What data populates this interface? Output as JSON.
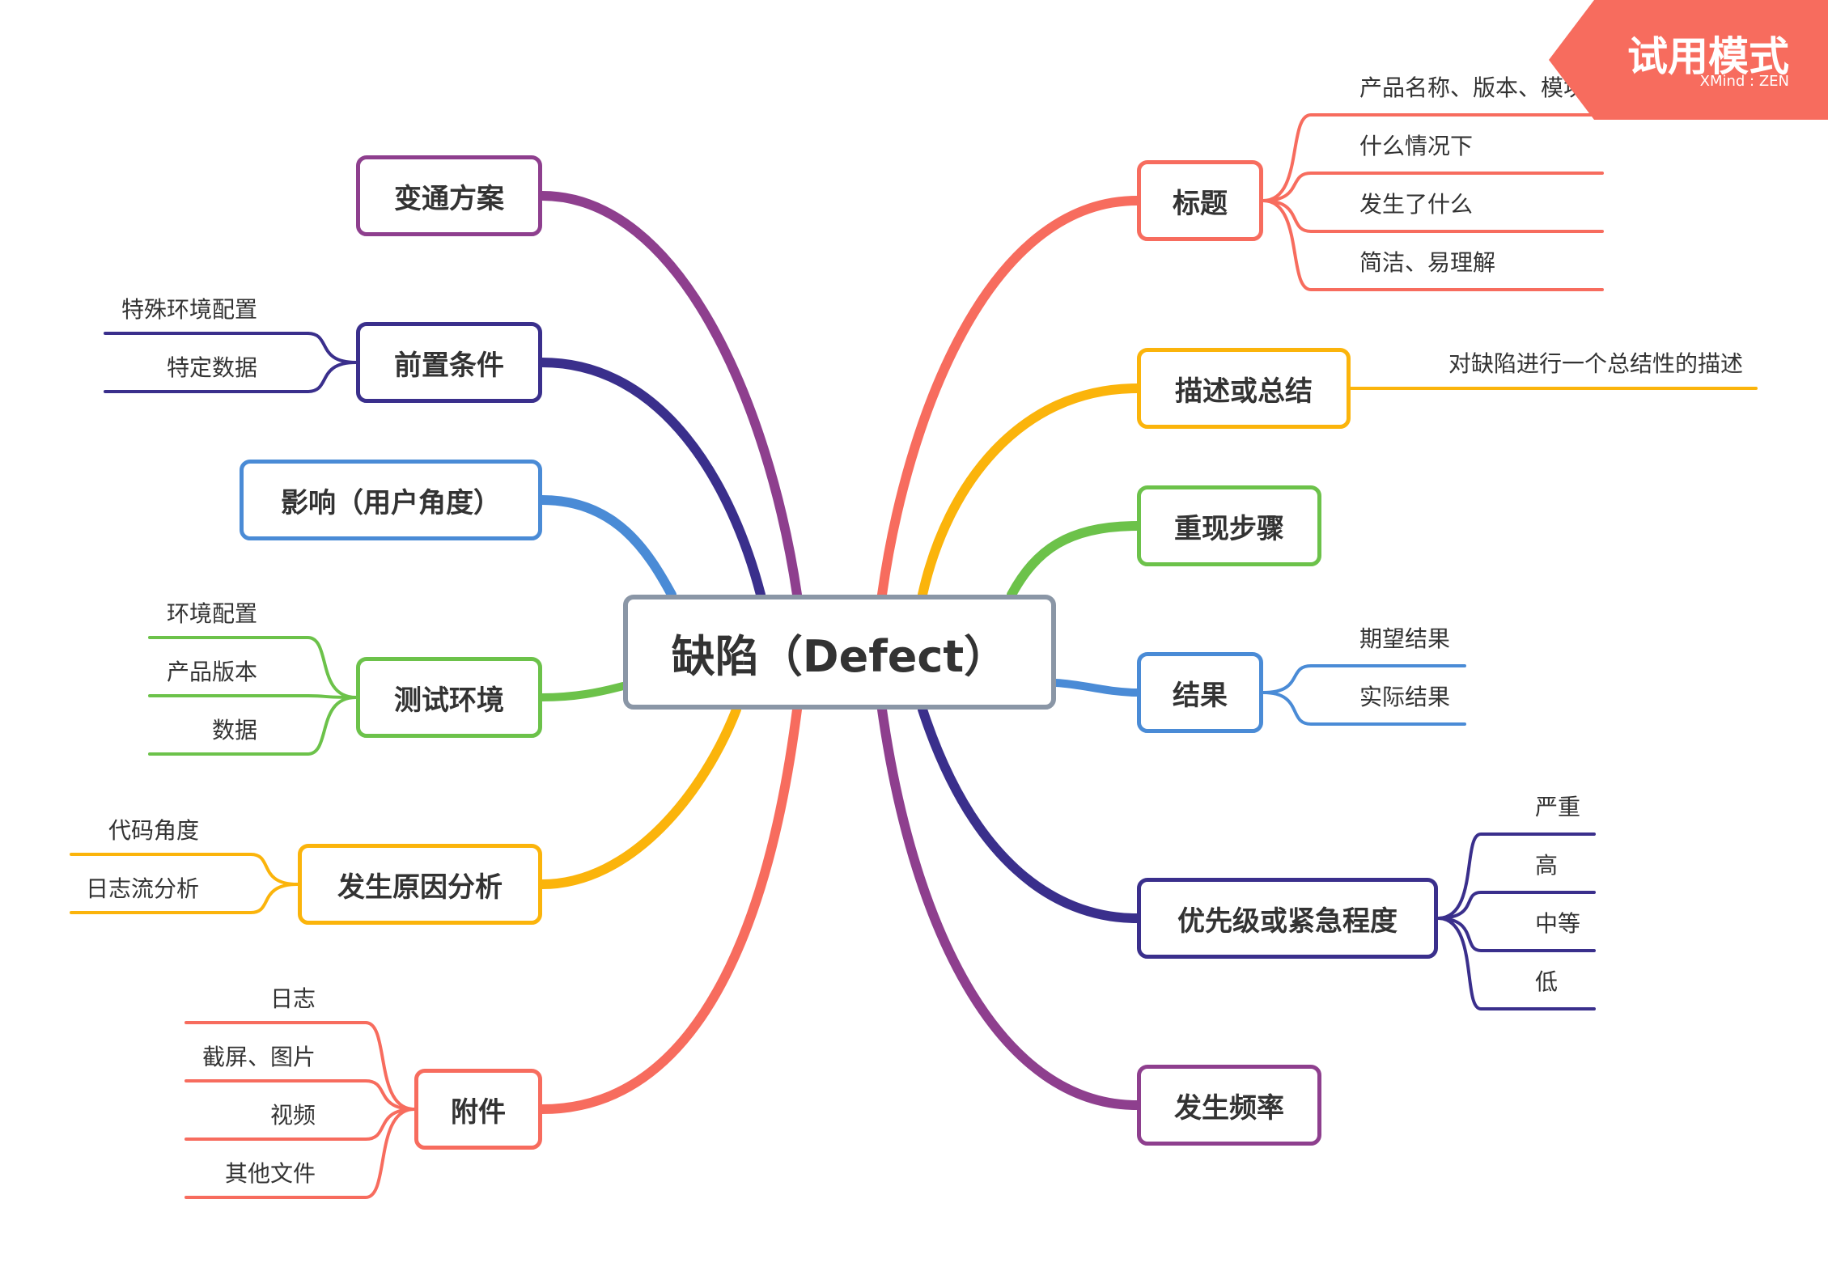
{
  "central": {
    "label": "缺陷（Defect）"
  },
  "colors": {
    "red": "#f76c5e",
    "orange": "#fbb40b",
    "green": "#6cc24a",
    "blue": "#4a8bd6",
    "navy": "#3a2f8c",
    "purple": "#8e3f8e",
    "central_border": "#8a96a6"
  },
  "branches": {
    "title": {
      "label": "标题",
      "children": [
        "产品名称、版本、模块",
        "什么情况下",
        "发生了什么",
        "简洁、易理解"
      ]
    },
    "description": {
      "label": "描述或总结",
      "children": [
        "对缺陷进行一个总结性的描述"
      ]
    },
    "repro": {
      "label": "重现步骤",
      "children": []
    },
    "result": {
      "label": "结果",
      "children": [
        "期望结果",
        "实际结果"
      ]
    },
    "priority": {
      "label": "优先级或紧急程度",
      "children": [
        "严重",
        "高",
        "中等",
        "低"
      ]
    },
    "frequency": {
      "label": "发生频率",
      "children": []
    },
    "workaround": {
      "label": "变通方案",
      "children": []
    },
    "precondition": {
      "label": "前置条件",
      "children": [
        "特殊环境配置",
        "特定数据"
      ]
    },
    "impact": {
      "label": "影响（用户角度）",
      "children": []
    },
    "environment": {
      "label": "测试环境",
      "children": [
        "环境配置",
        "产品版本",
        "数据"
      ]
    },
    "cause": {
      "label": "发生原因分析",
      "children": [
        "代码角度",
        "日志流分析"
      ]
    },
    "attachment": {
      "label": "附件",
      "children": [
        "日志",
        "截屏、图片",
        "视频",
        "其他文件"
      ]
    }
  },
  "watermark": {
    "title": "试用模式",
    "subtitle": "XMind : ZEN",
    "color": "#f76c5e"
  }
}
